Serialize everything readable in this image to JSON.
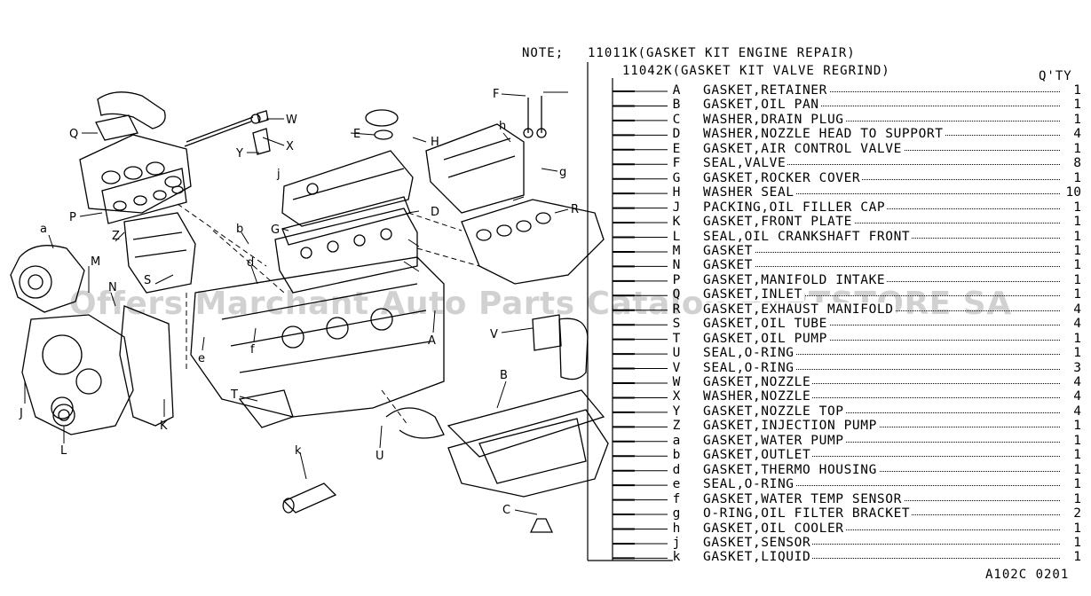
{
  "note": {
    "prefix": "NOTE;",
    "line1": "11011K(GASKET KIT ENGINE REPAIR)",
    "line2": "11042K(GASKET KIT VALVE REGRIND)",
    "qty_header": "Q'TY"
  },
  "parts": [
    {
      "code": "A",
      "name": "GASKET,RETAINER",
      "qty": "1"
    },
    {
      "code": "B",
      "name": "GASKET,OIL PAN",
      "qty": "1"
    },
    {
      "code": "C",
      "name": "WASHER,DRAIN PLUG",
      "qty": "1"
    },
    {
      "code": "D",
      "name": "WASHER,NOZZLE HEAD TO SUPPORT",
      "qty": "4"
    },
    {
      "code": "E",
      "name": "GASKET,AIR CONTROL VALVE",
      "qty": "1"
    },
    {
      "code": "F",
      "name": "SEAL,VALVE",
      "qty": "8"
    },
    {
      "code": "G",
      "name": "GASKET,ROCKER COVER",
      "qty": "1"
    },
    {
      "code": "H",
      "name": "WASHER SEAL",
      "qty": "10"
    },
    {
      "code": "J",
      "name": "PACKING,OIL FILLER CAP",
      "qty": "1"
    },
    {
      "code": "K",
      "name": "GASKET,FRONT PLATE",
      "qty": "1"
    },
    {
      "code": "L",
      "name": "SEAL,OIL CRANKSHAFT FRONT",
      "qty": "1"
    },
    {
      "code": "M",
      "name": "GASKET",
      "qty": "1"
    },
    {
      "code": "N",
      "name": "GASKET",
      "qty": "1"
    },
    {
      "code": "P",
      "name": "GASKET,MANIFOLD INTAKE",
      "qty": "1"
    },
    {
      "code": "Q",
      "name": "GASKET,INLET",
      "qty": "1"
    },
    {
      "code": "R",
      "name": "GASKET,EXHAUST MANIFOLD",
      "qty": "4"
    },
    {
      "code": "S",
      "name": "GASKET,OIL TUBE",
      "qty": "4"
    },
    {
      "code": "T",
      "name": "GASKET,OIL PUMP",
      "qty": "1"
    },
    {
      "code": "U",
      "name": "SEAL,O-RING",
      "qty": "1"
    },
    {
      "code": "V",
      "name": "SEAL,O-RING",
      "qty": "3"
    },
    {
      "code": "W",
      "name": "GASKET,NOZZLE",
      "qty": "4"
    },
    {
      "code": "X",
      "name": "WASHER,NOZZLE",
      "qty": "4"
    },
    {
      "code": "Y",
      "name": "GASKET,NOZZLE TOP",
      "qty": "4"
    },
    {
      "code": "Z",
      "name": "GASKET,INJECTION PUMP",
      "qty": "1"
    },
    {
      "code": "a",
      "name": "GASKET,WATER PUMP",
      "qty": "1"
    },
    {
      "code": "b",
      "name": "GASKET,OUTLET",
      "qty": "1"
    },
    {
      "code": "d",
      "name": "GASKET,THERMO HOUSING",
      "qty": "1"
    },
    {
      "code": "e",
      "name": "SEAL,O-RING",
      "qty": "1"
    },
    {
      "code": "f",
      "name": "GASKET,WATER TEMP SENSOR",
      "qty": "1"
    },
    {
      "code": "g",
      "name": "O-RING,OIL FILTER BRACKET",
      "qty": "2"
    },
    {
      "code": "h",
      "name": "GASKET,OIL COOLER",
      "qty": "1"
    },
    {
      "code": "j",
      "name": "GASKET,SENSOR",
      "qty": "1"
    },
    {
      "code": "k",
      "name": "GASKET,LIQUID",
      "qty": "1"
    }
  ],
  "callouts": {
    "W": "W",
    "X": "X",
    "Y": "Y",
    "Q": "Q",
    "P": "P",
    "Z": "Z",
    "a": "a",
    "M": "M",
    "N": "N",
    "S": "S",
    "b": "b",
    "d": "d",
    "e": "e",
    "f": "f",
    "J": "J",
    "L": "L",
    "K": "K",
    "T": "T",
    "U": "U",
    "k": "k",
    "C": "C",
    "B": "B",
    "A": "A",
    "V": "V",
    "E": "E",
    "H": "H",
    "G": "G",
    "D": "D",
    "F": "F",
    "h": "h",
    "g": "g",
    "R": "R",
    "j": "j"
  },
  "watermark": "Offers Marchant Auto Parts Catalog PARTSTORE SA",
  "figure_code": "A102C 0201"
}
